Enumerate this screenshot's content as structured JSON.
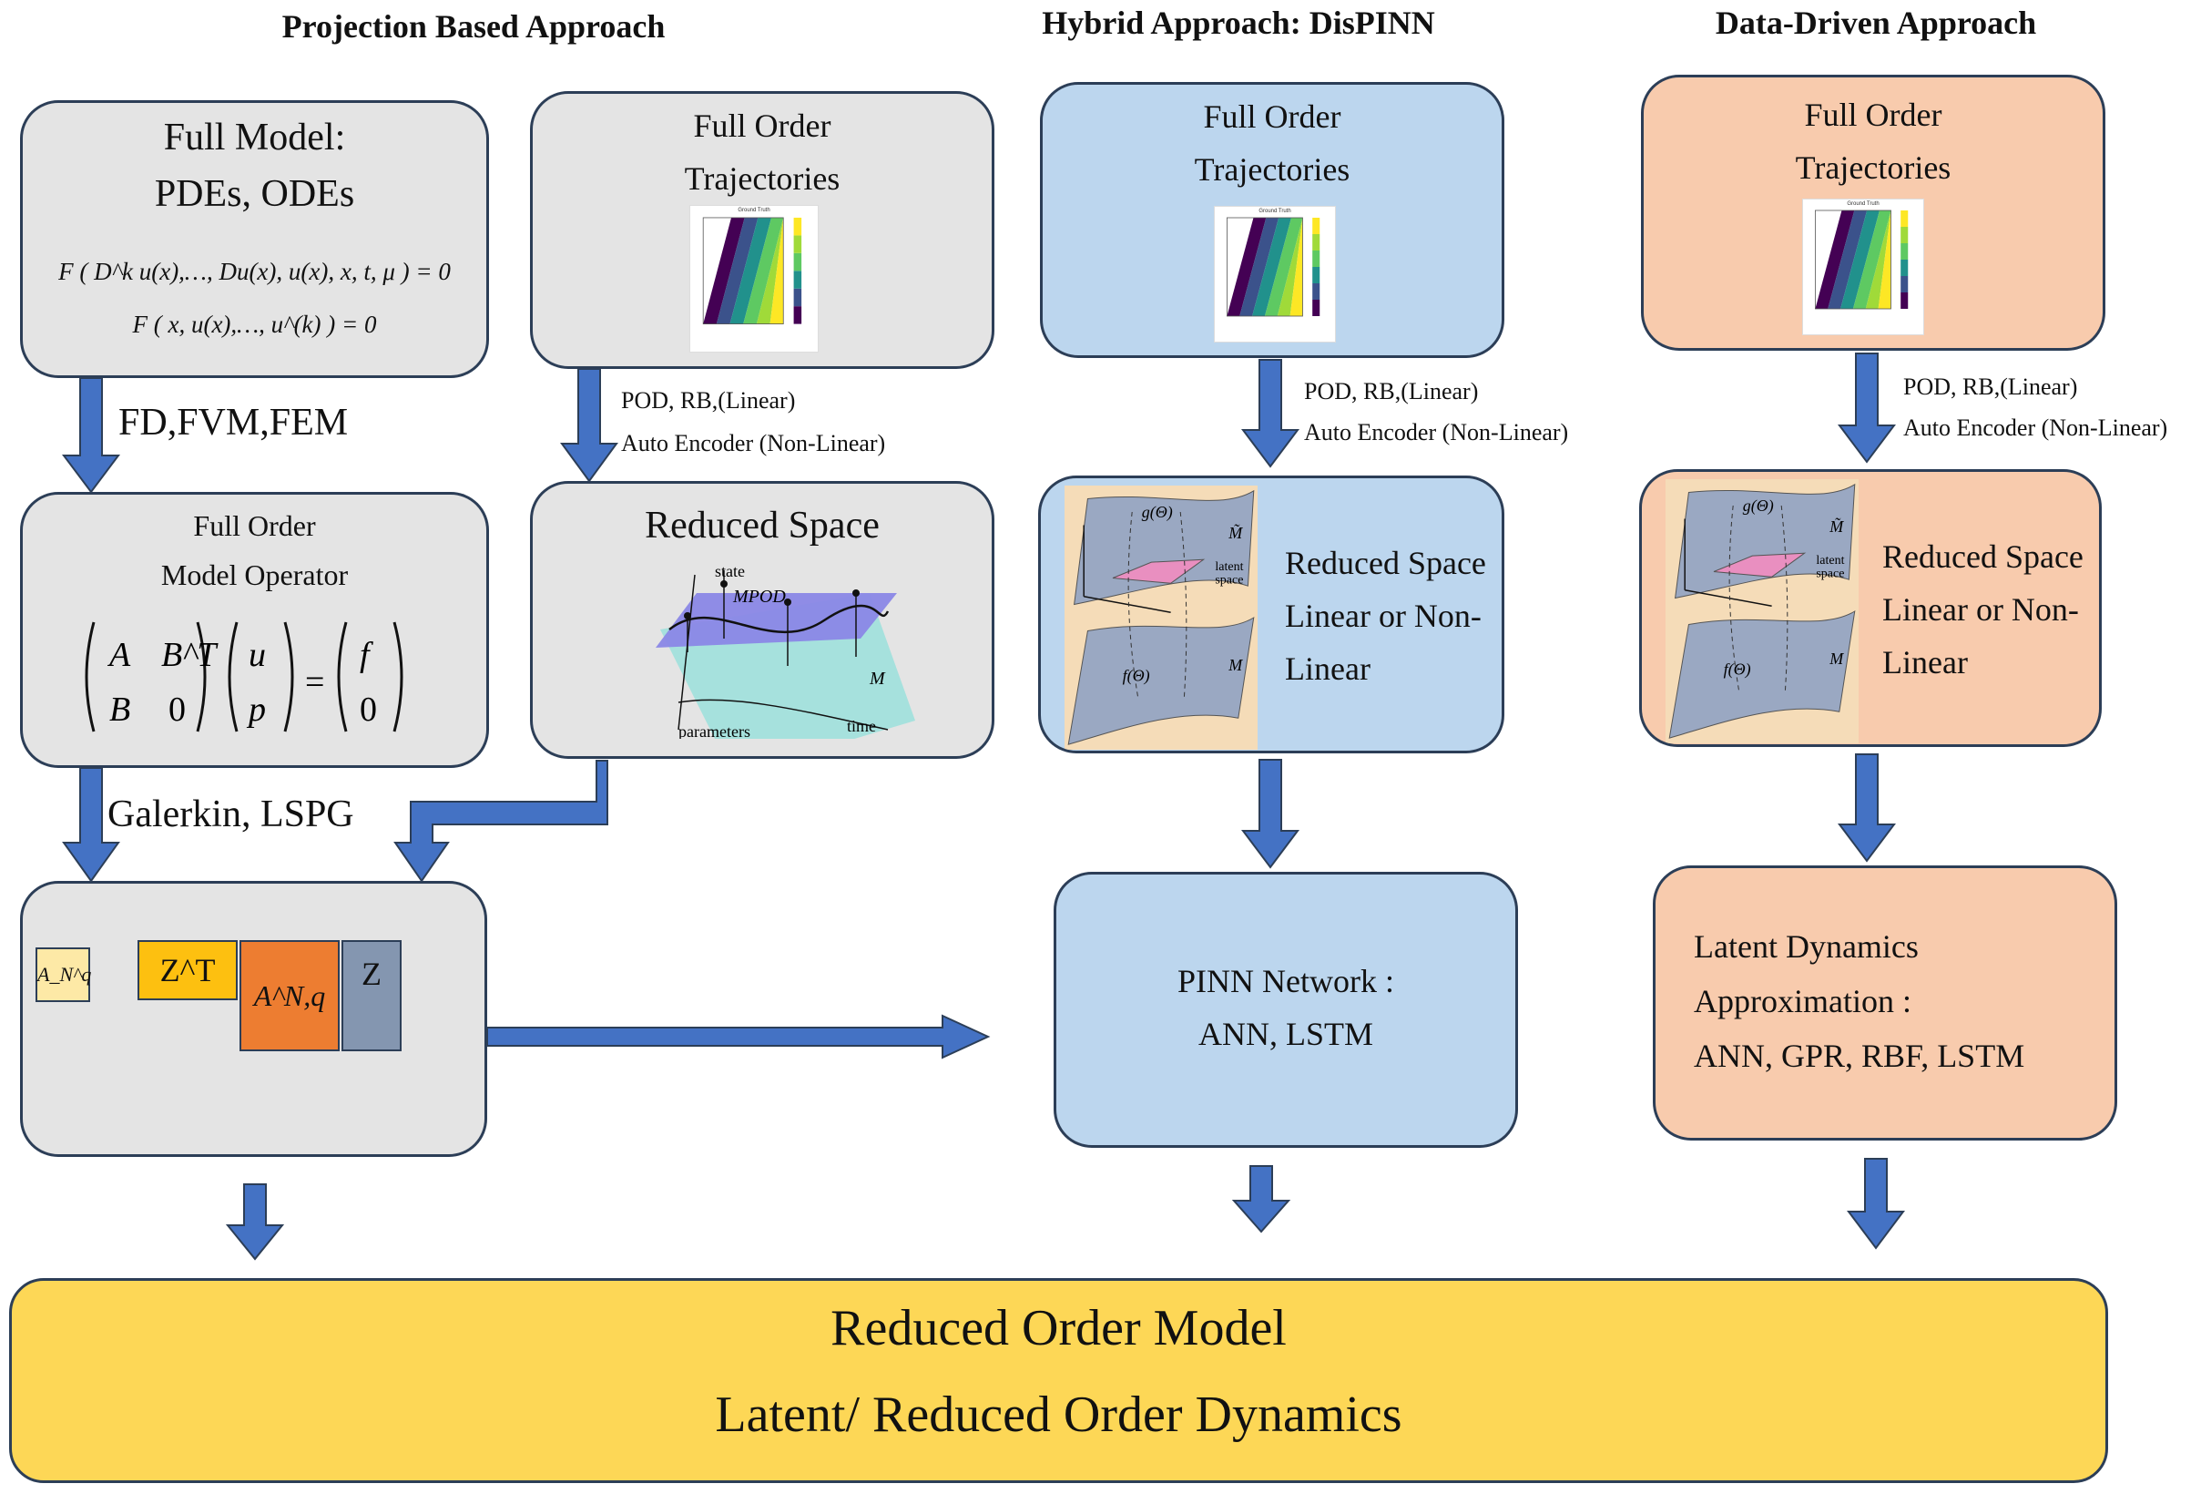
{
  "headers": {
    "projection": "Projection Based Approach",
    "hybrid": "Hybrid Approach: DisPINN",
    "data_driven": "Data-Driven Approach"
  },
  "projection": {
    "full_model_title_1": "Full Model:",
    "full_model_title_2": "PDEs, ODEs",
    "eq1": "F ( D^k u(x),…, Du(x), u(x), x, t, μ ) = 0",
    "eq2": "F ( x, u(x),…, u^(k) ) = 0",
    "method_label": "FD,FVM,FEM",
    "fom_title_1": "Full Order",
    "fom_title_2": "Model Operator",
    "fom_matrix": [
      "A",
      "B^T",
      "B",
      "0",
      "u",
      "p",
      "f",
      "0"
    ],
    "galerkin_label": "Galerkin, LSPG",
    "traj_title_1": "Full Order",
    "traj_title_2": "Trajectories",
    "traj_methods_1": "POD, RB,(Linear)",
    "traj_methods_2": "Auto Encoder (Non-Linear)",
    "reduced_space_title": "Reduced Space",
    "rs_state": "state",
    "rs_mpod": "MPOD",
    "rs_m": "M",
    "rs_parameters": "parameters",
    "rs_time": "time",
    "op_blocks": [
      "A_N^q",
      "Z^T",
      "A^N,q",
      "Z"
    ]
  },
  "hybrid": {
    "traj_title_1": "Full Order",
    "traj_title_2": "Trajectories",
    "methods_1": "POD, RB,(Linear)",
    "methods_2": "Auto Encoder (Non-Linear)",
    "rs_line_1": "Reduced Space",
    "rs_line_2": "Linear or Non-",
    "rs_line_3": "Linear",
    "pinn_1": "PINN Network :",
    "pinn_2": "ANN, LSTM"
  },
  "data_driven": {
    "traj_title_1": "Full Order",
    "traj_title_2": "Trajectories",
    "methods_1": "POD, RB,(Linear)",
    "methods_2": "Auto Encoder (Non-Linear)",
    "rs_line_1": "Reduced Space",
    "rs_line_2": "Linear or Non-",
    "rs_line_3": "Linear",
    "latent_1": "Latent Dynamics",
    "latent_2": "Approximation :",
    "latent_3": "ANN, GPR, RBF, LSTM"
  },
  "manifold_labels": {
    "g": "g(Θ)",
    "f": "f(Θ)",
    "m_tilde": "M̃",
    "m": "M",
    "latent": "latent",
    "space": "space"
  },
  "heatmap_title": "Ground Truth",
  "bottom": {
    "line1": "Reduced Order Model",
    "line2": "Latent/ Reduced Order Dynamics"
  },
  "colors": {
    "gray_box": "#e4e4e4",
    "blue_box": "#bcd6ee",
    "orange_box": "#f8cbad",
    "yellow_box": "#fdd756",
    "arrow": "#4472c4",
    "border": "#2c3e57"
  }
}
